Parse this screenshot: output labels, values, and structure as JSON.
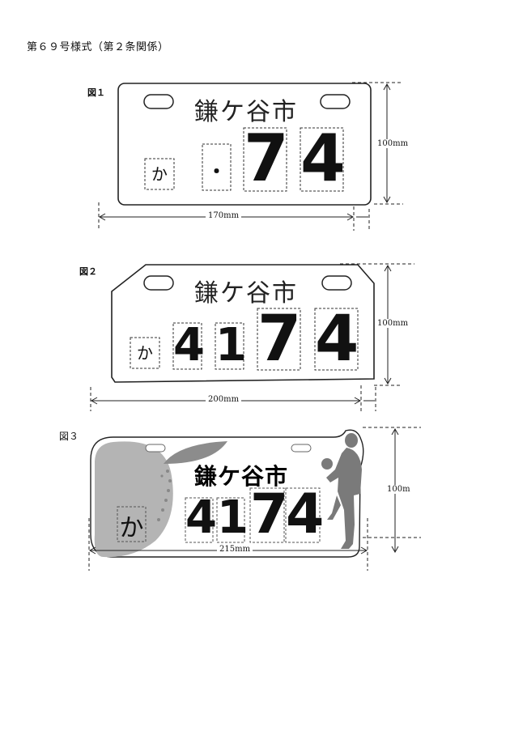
{
  "header": {
    "title": "第６９号様式（第２条関係）"
  },
  "figure1": {
    "label": "図１",
    "city": "鎌ケ谷市",
    "kana": "か",
    "dot": "・",
    "digits": [
      "7",
      "4"
    ],
    "width_label": "170mm",
    "height_label": "100mm"
  },
  "figure2": {
    "label": "図２",
    "city": "鎌ケ谷市",
    "kana": "か",
    "digits": [
      "4",
      "1",
      "7",
      "4"
    ],
    "width_label": "200mm",
    "height_label": "100mm"
  },
  "figure3": {
    "label": "図３",
    "city": "鎌ケ谷市",
    "kana": "か",
    "digits": [
      "4",
      "1",
      "7",
      "4"
    ],
    "width_label": "215mm",
    "height_label": "100m"
  },
  "colors": {
    "pear": "#b4b4b4",
    "pear_dots": "#888888",
    "leaf": "#8c8c8c",
    "pitcher": "#7a7a7a"
  }
}
